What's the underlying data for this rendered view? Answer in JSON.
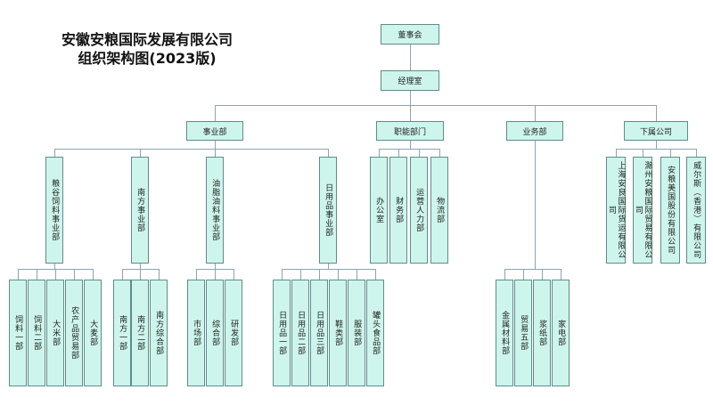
{
  "title_line1": "安徽安粮国际发展有限公司",
  "title_line2": "组织架构图(2023版)",
  "root": "董事会",
  "manager": "经理室",
  "divisions": [
    {
      "label": "事业部",
      "children": [
        {
          "label": "粮谷饲料事业部",
          "children": [
            "饲料一部",
            "饲料二部",
            "大米部",
            "农产品贸易部",
            "大麦部"
          ]
        },
        {
          "label": "南方事业部",
          "children": [
            "南方一部",
            "南方二部",
            "南方综合部"
          ]
        },
        {
          "label": "油脂油料事业部",
          "children": [
            "市场部",
            "综合部",
            "研发部"
          ]
        },
        {
          "label": "日用品事业部",
          "children": [
            "日用品一部",
            "日用品二部",
            "日用品三部",
            "鞋类部",
            "服装部",
            "罐头食品部"
          ]
        }
      ]
    },
    {
      "label": "职能部门",
      "children": [
        "办公室",
        "财务部",
        "运营人力部",
        "物流部"
      ]
    },
    {
      "label": "业务部",
      "children": [
        "金属材料部",
        "贸易五部",
        "浆纸部",
        "家电部"
      ]
    },
    {
      "label": "下属公司",
      "children": [
        "上海安良国际货运有限公司",
        "滁州安粮国际贸易有限公司",
        "安粮美国股份有限公司",
        "威尔斯（香港）有限公司"
      ]
    }
  ],
  "colors": {
    "box_fill": "#cdf5ec",
    "box_border": "#5f8c88",
    "line": "#8da3b8"
  }
}
